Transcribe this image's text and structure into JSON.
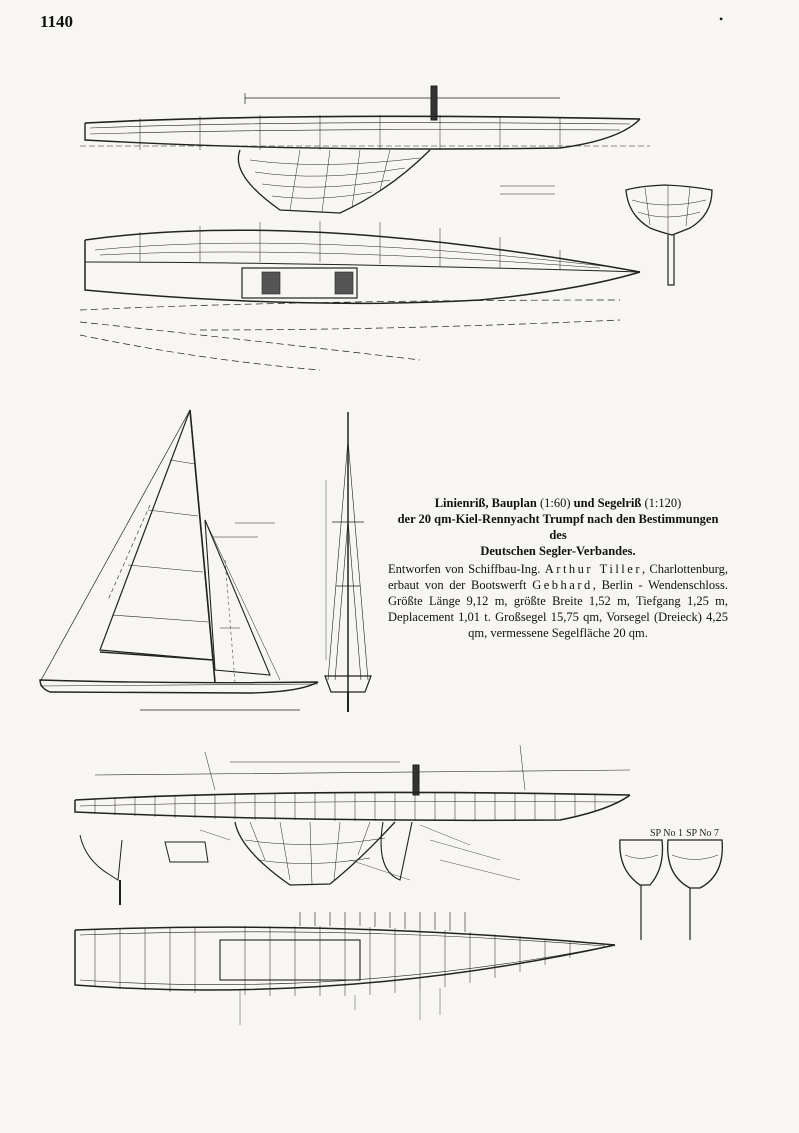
{
  "page": {
    "number": "1140",
    "corner_mark": "•"
  },
  "caption": {
    "title_part1": "Linienriß, Bauplan",
    "scale1": "(1:60)",
    "title_and": "und Segelriß",
    "scale2": "(1:120)",
    "title_line2": "der 20 qm-Kiel-Rennyacht Trumpf nach den Bestimmungen des",
    "title_line3": "Deutschen Segler-Verbandes.",
    "body_pre_designer": "Entworfen von Schiffbau-Ing.",
    "designer": "Arthur Tiller",
    "body_mid1": ", Charlottenburg, erbaut von der Bootswerft",
    "builder": "Gebhard",
    "body_mid2": ", Berlin - Wendenschloss.",
    "specs": "Größte Länge 9,12 m, größte Breite 1,52 m, Tiefgang 1,25 m, Deplacement 1,01 t. Großsegel 15,75 qm, Vorsegel (Dreieck) 4,25 qm, vermessene Segelfläche 20 qm."
  },
  "drawings": {
    "label_sp1": "SP No 1",
    "label_sp7": "SP No 7"
  }
}
